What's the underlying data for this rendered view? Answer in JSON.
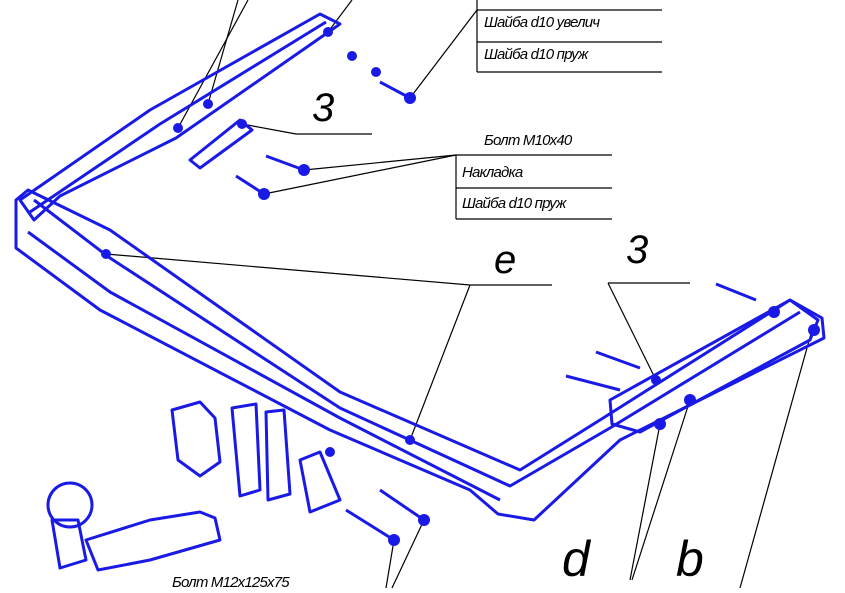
{
  "diagram": {
    "line_color": "#000000",
    "part_color": "#1a1ae6",
    "callouts_top_right": [
      "Шайба d10 увелич",
      "Шайба d10 пруж"
    ],
    "callouts_middle": [
      "Болт М10х40",
      "Накладка",
      "Шайба d10 пруж"
    ],
    "bottom_callout": "Болт М12х125х75",
    "markers": {
      "three_upper": "3",
      "three_right": "3",
      "e": "e",
      "d": "d",
      "b": "b"
    }
  }
}
